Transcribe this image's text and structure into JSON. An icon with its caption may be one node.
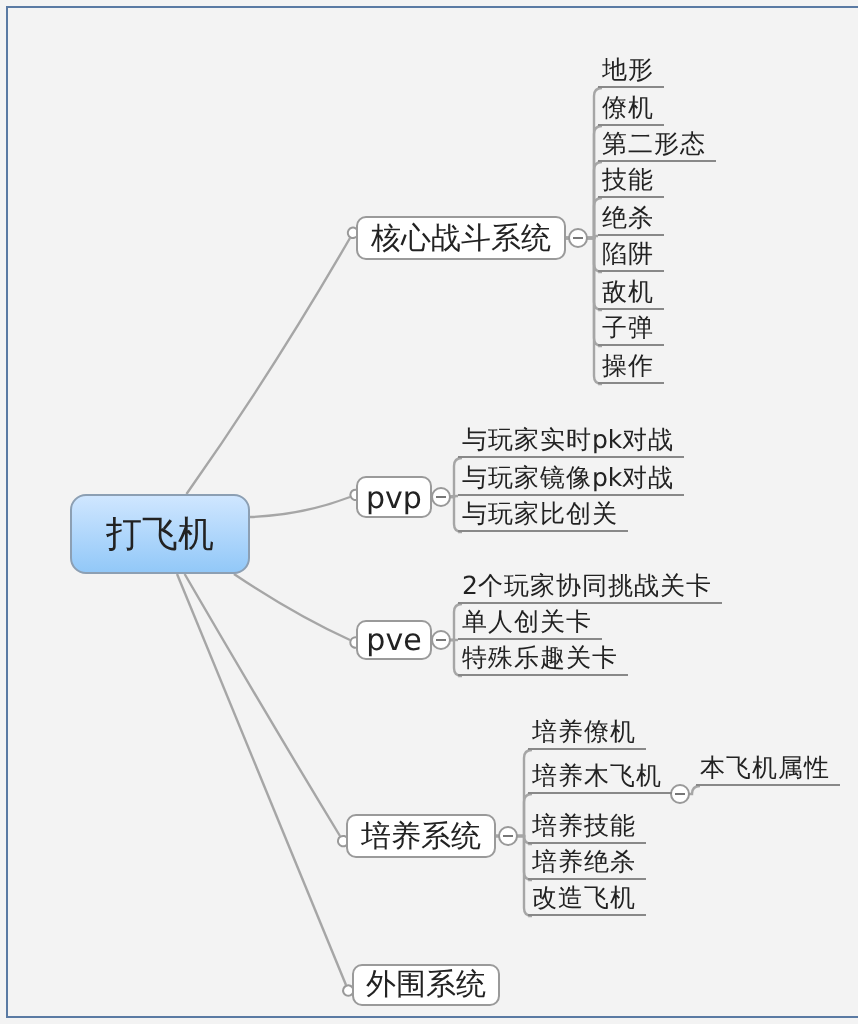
{
  "diagram": {
    "nodes": [
      {
        "text": [
          "打飞机"
        ]
      },
      {
        "text": [
          "核心战斗系统"
        ]
      },
      {
        "text": [
          "地形"
        ]
      },
      {
        "text": [
          "僚机"
        ]
      },
      {
        "text": [
          "第二形态"
        ]
      },
      {
        "text": [
          "技能"
        ]
      },
      {
        "text": [
          "绝杀"
        ]
      },
      {
        "text": [
          "陷阱"
        ]
      },
      {
        "text": [
          "敌机"
        ]
      },
      {
        "text": [
          "子弹"
        ]
      },
      {
        "text": [
          "操作"
        ]
      },
      {
        "text": [
          "pvp"
        ]
      },
      {
        "text": [
          "与玩家实时pk对战"
        ]
      },
      {
        "text": [
          "与玩家镜像pk对战"
        ]
      },
      {
        "text": [
          "与玩家比创关"
        ]
      },
      {
        "text": [
          "pve"
        ]
      },
      {
        "text": [
          "2个玩家协同挑战关卡"
        ]
      },
      {
        "text": [
          "单人创关卡"
        ]
      },
      {
        "text": [
          "特殊乐趣关卡"
        ]
      },
      {
        "text": [
          "培养系统"
        ]
      },
      {
        "text": [
          "培养僚机"
        ]
      },
      {
        "text": [
          "培养木飞机"
        ]
      },
      {
        "text": [
          "培养技能"
        ]
      },
      {
        "text": [
          "培养绝杀"
        ]
      },
      {
        "text": [
          "改造飞机"
        ]
      },
      {
        "text": [
          "本飞机属性"
        ]
      },
      {
        "text": [
          "外围系统"
        ]
      }
    ],
    "edges": [
      {
        "from": 0,
        "to": 1,
        "arrow": "other"
      },
      {
        "from": 0,
        "to": 11,
        "arrow": "other"
      },
      {
        "from": 0,
        "to": 15,
        "arrow": "other"
      },
      {
        "from": 0,
        "to": 19,
        "arrow": "other"
      },
      {
        "from": 0,
        "to": 26,
        "arrow": "other"
      },
      {
        "from": 1,
        "to": 2,
        "arrow": "none"
      },
      {
        "from": 1,
        "to": 3,
        "arrow": "none"
      },
      {
        "from": 1,
        "to": 4,
        "arrow": "none"
      },
      {
        "from": 1,
        "to": 5,
        "arrow": "none"
      },
      {
        "from": 1,
        "to": 6,
        "arrow": "none"
      },
      {
        "from": 1,
        "to": 7,
        "arrow": "none"
      },
      {
        "from": 1,
        "to": 8,
        "arrow": "none"
      },
      {
        "from": 1,
        "to": 9,
        "arrow": "none"
      },
      {
        "from": 1,
        "to": 10,
        "arrow": "none"
      },
      {
        "from": 11,
        "to": 12,
        "arrow": "none"
      },
      {
        "from": 11,
        "to": 13,
        "arrow": "none"
      },
      {
        "from": 11,
        "to": 14,
        "arrow": "none"
      },
      {
        "from": 15,
        "to": 16,
        "arrow": "none"
      },
      {
        "from": 15,
        "to": 17,
        "arrow": "none"
      },
      {
        "from": 15,
        "to": 18,
        "arrow": "none"
      },
      {
        "from": 19,
        "to": 20,
        "arrow": "none"
      },
      {
        "from": 19,
        "to": 21,
        "arrow": "none"
      },
      {
        "from": 19,
        "to": 22,
        "arrow": "none"
      },
      {
        "from": 19,
        "to": 23,
        "arrow": "none"
      },
      {
        "from": 19,
        "to": 24,
        "arrow": "none"
      },
      {
        "from": 21,
        "to": 25,
        "arrow": "none"
      }
    ]
  }
}
